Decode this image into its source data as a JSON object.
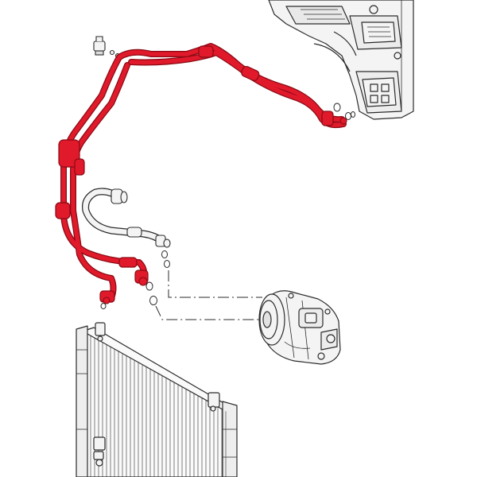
{
  "diagram": {
    "highlight_color": "#e0192b",
    "highlight_dark": "#8a0a14",
    "line_color": "#2b2b2b",
    "part_fill": "#f4f4f4",
    "background": "#ffffff",
    "parts": [
      {
        "id": "evaporator-unit",
        "highlighted": false
      },
      {
        "id": "pressure-switch",
        "highlighted": false
      },
      {
        "id": "refrigerant-pipe-assembly",
        "highlighted": true
      },
      {
        "id": "refrigerant-hose-grey",
        "highlighted": false
      },
      {
        "id": "ac-compressor",
        "highlighted": false
      },
      {
        "id": "condenser",
        "highlighted": false
      },
      {
        "id": "o-ring-seals",
        "highlighted": false
      }
    ]
  }
}
